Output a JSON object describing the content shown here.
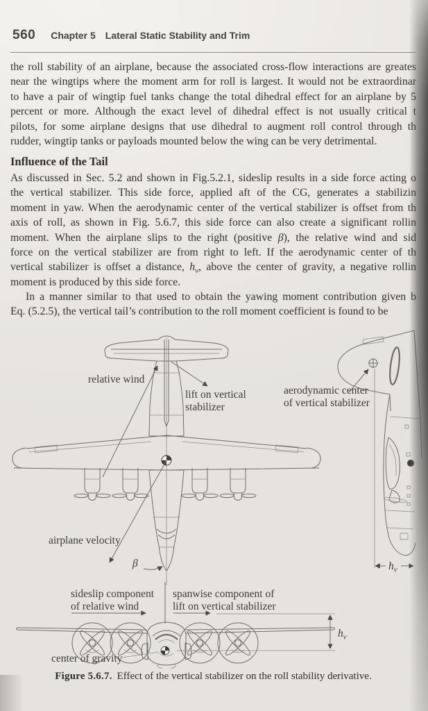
{
  "colors": {
    "page": "#ece9e5",
    "ink": "#33312e",
    "line": "#6e6c69"
  },
  "header": {
    "page_number": "560",
    "chapter": "Chapter 5",
    "title": "Lateral Static Stability and Trim"
  },
  "body": {
    "p1": [
      "the roll stability of an airplane, because the associated cross-flow interactions are greates",
      "near the wingtips where the moment arm for roll is largest.  It would not be extraordinar",
      "to have a pair of wingtip fuel tanks change the total dihedral effect for an airplane by 5",
      "percent or more.  Although the exact level of dihedral effect is not usually critical t",
      "pilots, for some airplane designs that use dihedral to augment roll control through th",
      "rudder, wingtip tanks or payloads mounted below the wing can be very detrimental."
    ],
    "section_heading": "Influence of the Tail",
    "p2": {
      "l1": "As discussed in Sec. 5.2 and shown in Fig.5.2.1, sideslip results in a side force acting o",
      "l2": "the vertical stabilizer.  This side force, applied aft of the CG, generates a stabilizin",
      "l3": "moment in yaw.  When the aerodynamic center of the vertical stabilizer is offset from th",
      "l4": "axis of roll, as shown in Fig. 5.6.7, this side force can also create a significant rollin",
      "l5a": "moment.  When the airplane slips to the right (positive ",
      "beta": "β",
      "l5b": "), the relative wind and sid",
      "l6": "force on the vertical stabilizer are from right to left.  If the aerodynamic center of th",
      "l7a": "vertical stabilizer is offset a distance, ",
      "l7h": "h",
      "l7sub": "v",
      "l7b": ", above the center of gravity, a negative rollin",
      "l8": "moment is produced by this side force."
    },
    "p3": {
      "l1": "In a manner similar to that used to obtain the yawing moment contribution given b",
      "l2": "Eq. (5.2.5), the vertical tail’s contribution to the roll moment coefficient is found to be"
    }
  },
  "figure": {
    "labels": {
      "relative_wind": "relative wind",
      "lift_1": "lift on vertical",
      "lift_2": "stabilizer",
      "ac_1": "aerodynamic center",
      "ac_2": "of vertical stabilizer",
      "velocity": "airplane velocity",
      "beta": "β",
      "sideslip_1": "sideslip component",
      "sideslip_2": "of relative wind",
      "spanwise_1": "spanwise component of",
      "spanwise_2": "lift on vertical stabilizer",
      "cg": "center of gravity",
      "hv_h": "h",
      "hv_sub": "v"
    },
    "caption": {
      "label": "Figure 5.6.7.",
      "text": "Effect of the vertical stabilizer on the roll stability derivative."
    }
  }
}
